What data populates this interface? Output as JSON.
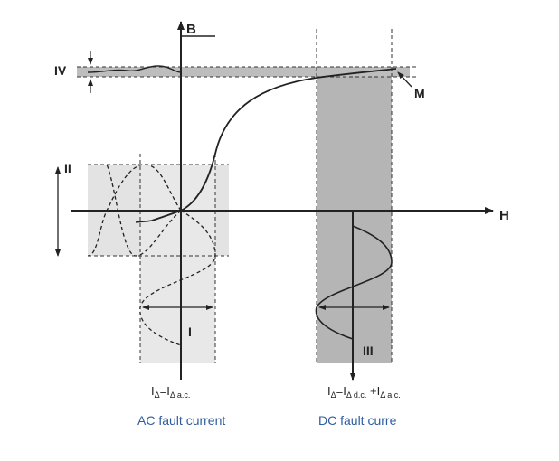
{
  "axes": {
    "vertical_label": "B",
    "horizontal_label": "H"
  },
  "regions": {
    "roman_iv": "IV",
    "roman_ii": "II",
    "roman_i": "I",
    "roman_iii": "III",
    "point_m": "M"
  },
  "formulas": {
    "ac": {
      "base": "I",
      "sub1": "Δ",
      "eq": "=I",
      "sub2": "Δ a.c."
    },
    "dc": {
      "base": "I",
      "sub1": "Δ",
      "eq": "=I",
      "sub2": "Δ d.c.",
      "plus": " +I",
      "sub3": "Δ a.c."
    }
  },
  "captions": {
    "ac": "AC fault current",
    "dc": "DC fault curre"
  },
  "colors": {
    "light_band": "#e3e3e3",
    "dark_band": "#b5b5b5",
    "caption": "#2f5e9e",
    "line": "#222222"
  }
}
